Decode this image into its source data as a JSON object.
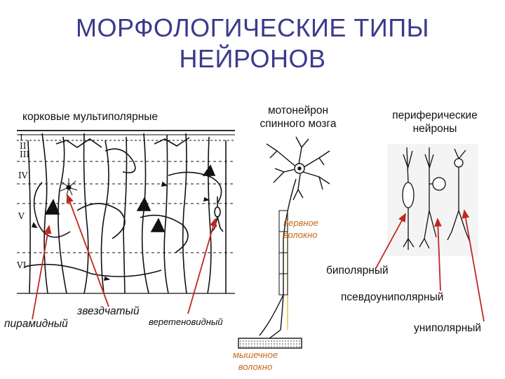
{
  "title": {
    "line1": "МОРФОЛОГИЧЕСКИЕ ТИПЫ",
    "line2": "НЕЙРОНОВ"
  },
  "labels": {
    "cortical": "корковые мультиполярные",
    "motoneuron_l1": "мотонейрон",
    "motoneuron_l2": "спинного мозга",
    "peripheral_l1": "периферические",
    "peripheral_l2": "нейроны",
    "nerve_fiber_l1": "нервное",
    "nerve_fiber_l2": "волокно",
    "bipolar": "биполярный",
    "pseudounipolar": "псевдоуниполярный",
    "unipolar": "униполярный",
    "stellate": "звездчатый",
    "pyramidal": "пирамидный",
    "fusiform": "веретеновидный",
    "muscle_fiber_l1": "мышечное",
    "muscle_fiber_l2": "волокно"
  },
  "cortex_layers": [
    "I",
    "II",
    "III",
    "IV",
    "V",
    "VI"
  ],
  "colors": {
    "title": "#3a3a8c",
    "arrow": "#c0281e",
    "nerve_text": "#c76a1a",
    "nerve_axon": "#e8c23a"
  }
}
